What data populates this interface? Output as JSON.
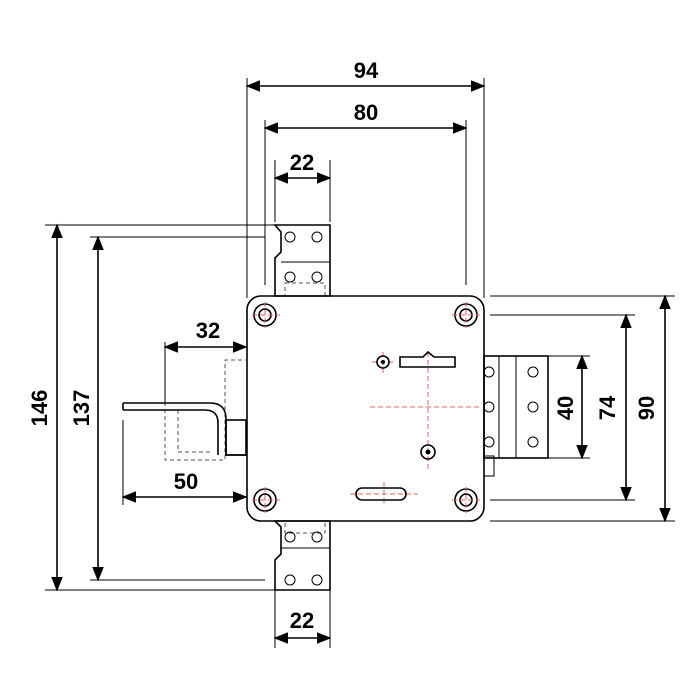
{
  "dimensions": {
    "overall_width": "94",
    "inner_width": "80",
    "top_bracket_width": "22",
    "bottom_bracket_width": "22",
    "bolt_extension": "32",
    "bolt_length": "50",
    "total_height": "146",
    "inner_height": "137",
    "case_height": "90",
    "hole_span": "74",
    "side_bracket": "40"
  },
  "colors": {
    "outline": "#000000",
    "center_lines": "#e06060"
  }
}
